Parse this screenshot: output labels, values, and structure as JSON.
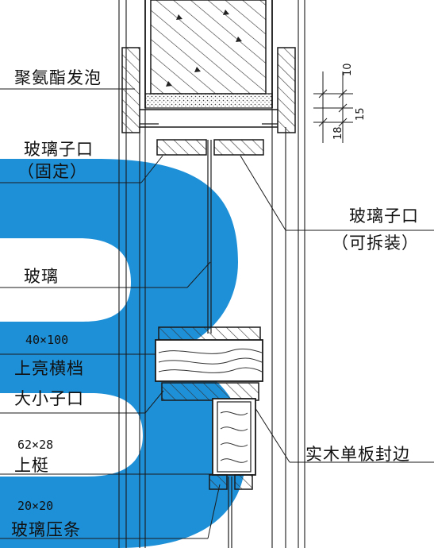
{
  "labels": {
    "polyurethane_foam": "聚氨酯发泡",
    "glass_stop_fixed_1": "玻璃子口",
    "glass_stop_fixed_2": "（固定）",
    "glass_stop_removable_1": "玻璃子口",
    "glass_stop_removable_2": "（可拆装）",
    "glass": "玻璃",
    "transom_size": "40×100",
    "transom": "上亮横档",
    "large_small_stop": "大小子口",
    "top_rail_size": "62×28",
    "top_rail": "上梃",
    "solid_wood_edge": "实木单板封边",
    "glass_bead_size": "20×20",
    "glass_bead": "玻璃压条"
  },
  "dimensions": {
    "d10": "10",
    "d15": "15",
    "d18": "18"
  },
  "colors": {
    "watermark": "#1e90d8",
    "line": "#1a1a1a",
    "hatch": "#333333"
  }
}
